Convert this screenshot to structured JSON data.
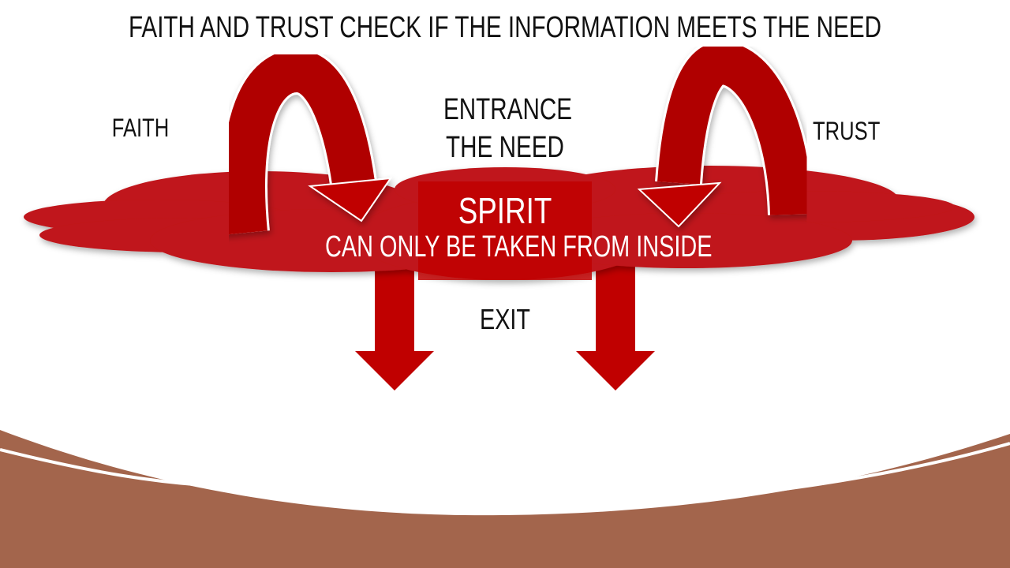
{
  "title": "FAITH AND TRUST CHECK IF THE INFORMATION MEETS THE NEED",
  "labels": {
    "faith": "FAITH",
    "trust": "TRUST",
    "entrance": "ENTRANCE",
    "the_need": "THE NEED",
    "spirit": "SPIRIT",
    "subtitle": "CAN ONLY BE TAKEN FROM INSIDE",
    "exit": "EXIT"
  },
  "colors": {
    "red": "#c0161a",
    "dark_red": "#9c0000",
    "brown": "#a3654c"
  }
}
